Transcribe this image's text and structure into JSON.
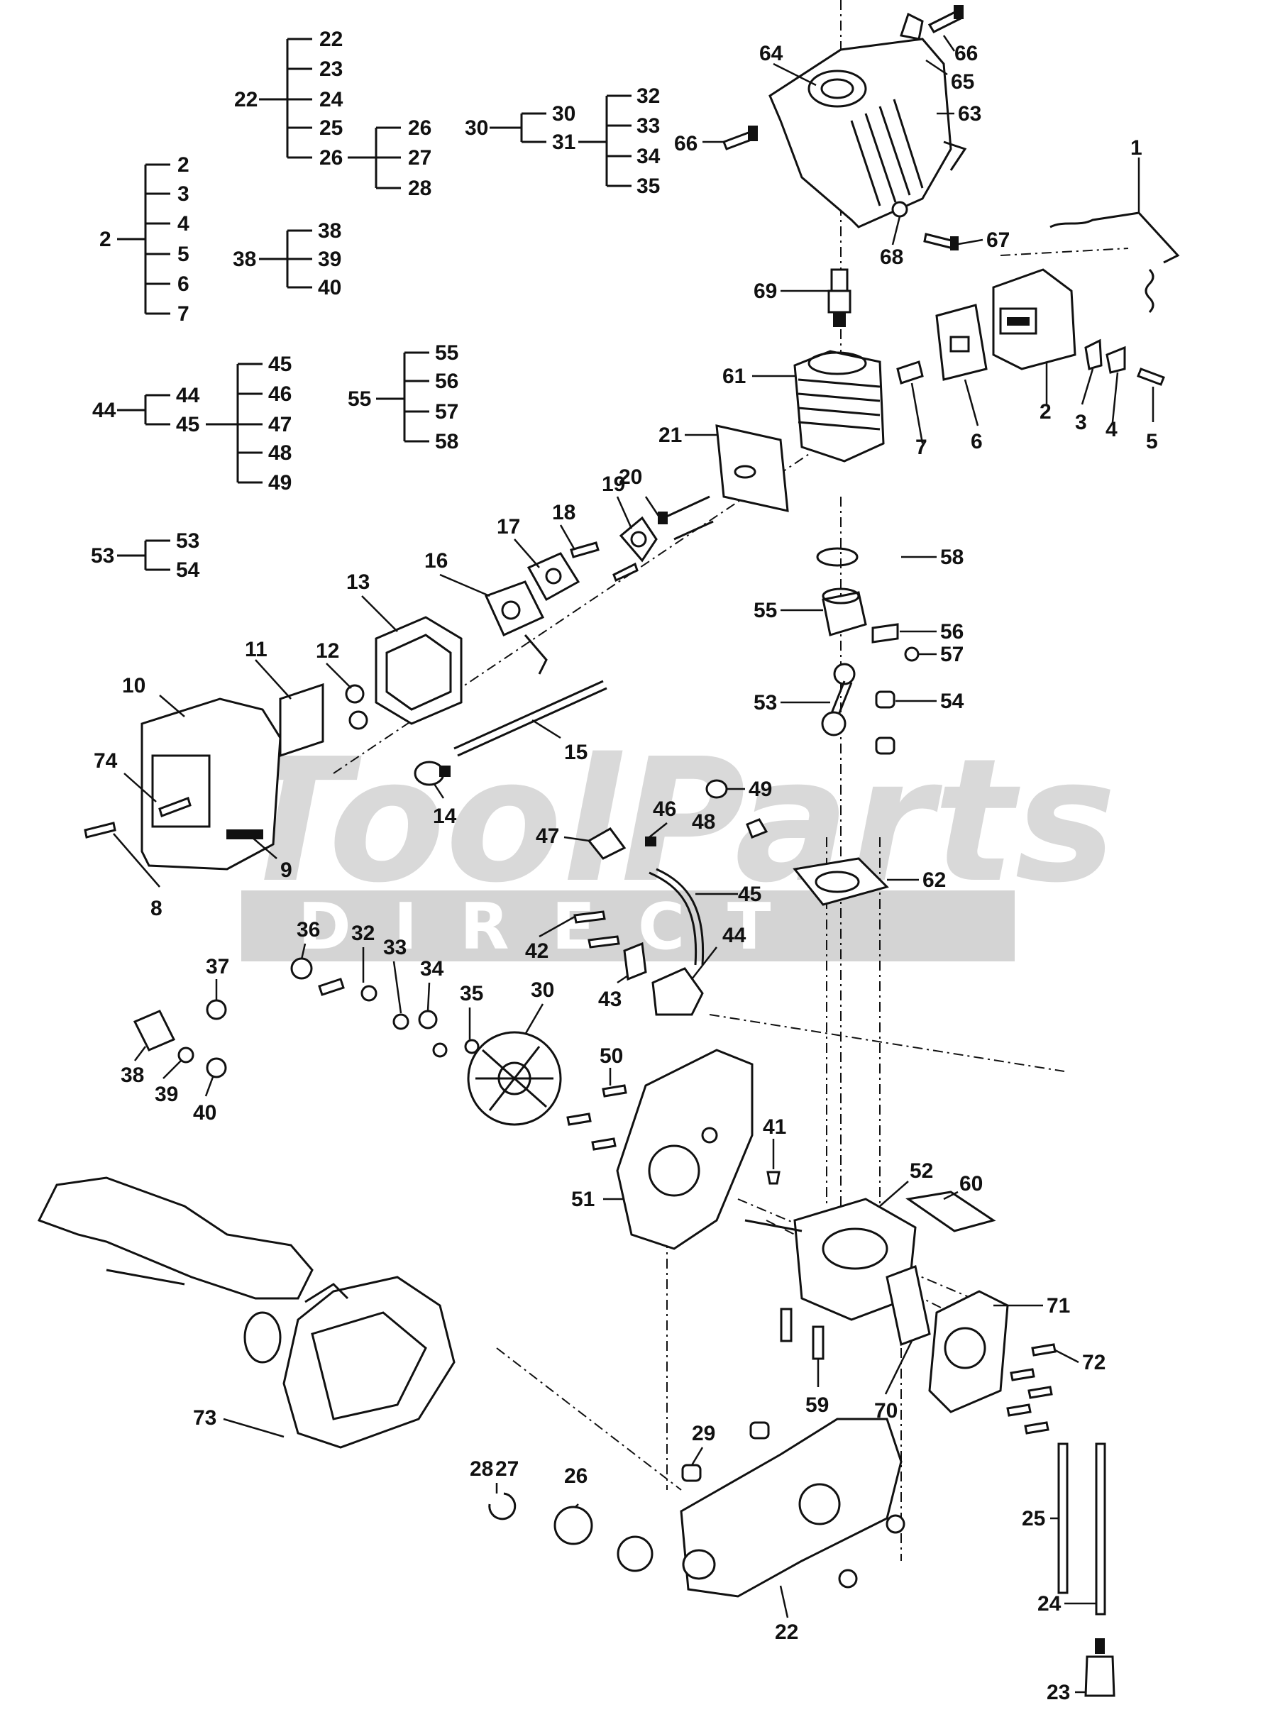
{
  "watermark": {
    "line1": "ToolParts",
    "line2": "DIRECT"
  },
  "kit_groups": [
    {
      "parent": "22",
      "children": [
        "22",
        "23",
        "24",
        "25",
        "26"
      ],
      "sub": {
        "parent": "26",
        "children": [
          "26",
          "27",
          "28"
        ]
      }
    },
    {
      "parent": "30",
      "children": [
        "30",
        "31"
      ],
      "sub": {
        "parent": "31",
        "children": [
          "32",
          "33",
          "34",
          "35"
        ]
      }
    },
    {
      "parent": "2",
      "children": [
        "2",
        "3",
        "4",
        "5",
        "6",
        "7"
      ]
    },
    {
      "parent": "38",
      "children": [
        "38",
        "39",
        "40"
      ]
    },
    {
      "parent": "44",
      "children": [
        "44",
        "45"
      ],
      "sub": {
        "parent": "45",
        "children": [
          "45",
          "46",
          "47",
          "48",
          "49"
        ]
      }
    },
    {
      "parent": "55",
      "children": [
        "55",
        "56",
        "57",
        "58"
      ]
    },
    {
      "parent": "53",
      "children": [
        "53",
        "54"
      ]
    }
  ],
  "callouts": [
    "1",
    "2",
    "3",
    "4",
    "5",
    "6",
    "7",
    "8",
    "9",
    "10",
    "11",
    "12",
    "13",
    "14",
    "15",
    "16",
    "17",
    "18",
    "19",
    "20",
    "21",
    "22",
    "23",
    "24",
    "25",
    "26",
    "27",
    "28",
    "29",
    "30",
    "32",
    "33",
    "34",
    "35",
    "36",
    "37",
    "38",
    "39",
    "40",
    "41",
    "42",
    "43",
    "44",
    "45",
    "46",
    "47",
    "48",
    "49",
    "50",
    "51",
    "52",
    "53",
    "54",
    "55",
    "56",
    "57",
    "58",
    "59",
    "60",
    "61",
    "62",
    "63",
    "64",
    "65",
    "66",
    "66",
    "67",
    "68",
    "69",
    "70",
    "71",
    "72",
    "73",
    "74"
  ]
}
